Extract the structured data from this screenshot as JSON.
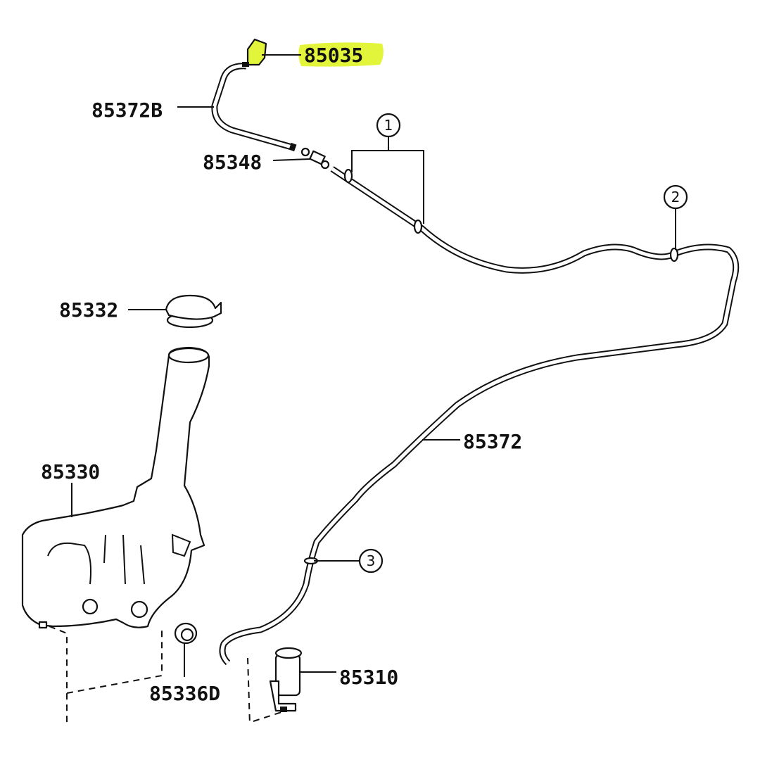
{
  "diagram": {
    "highlight_color": "#e3f53a",
    "parts": {
      "nozzle": "85035",
      "hose_upper": "85372B",
      "connector": "85348",
      "cap": "85332",
      "tank": "85330",
      "hose_main": "85372",
      "grommet": "85336D",
      "pump": "85310"
    },
    "callouts": [
      "1",
      "2",
      "3"
    ]
  }
}
